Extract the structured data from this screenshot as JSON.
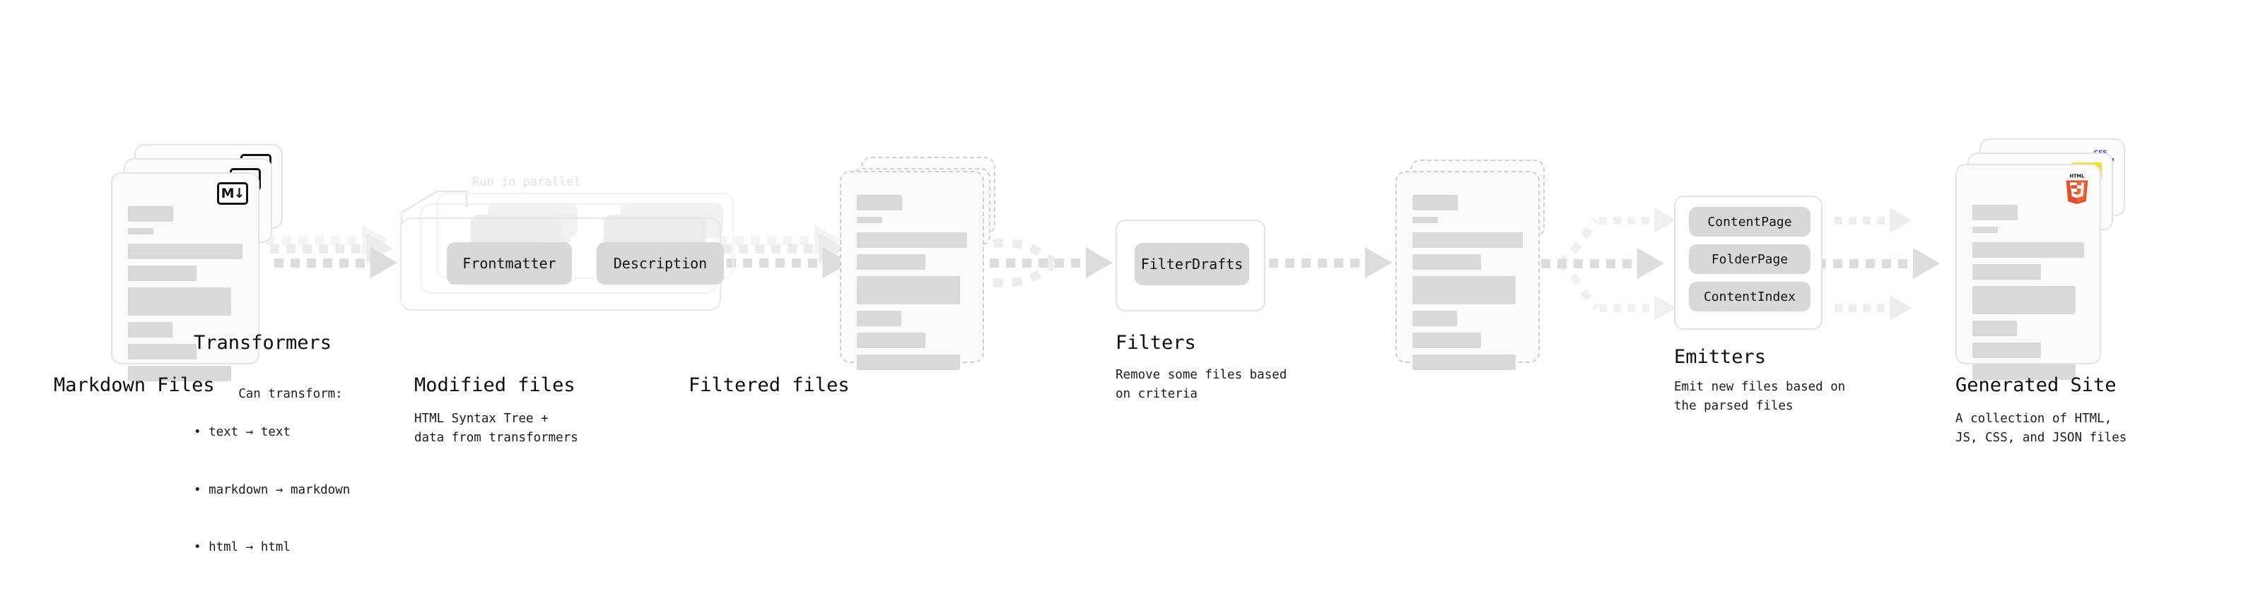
{
  "diagram": {
    "title_font_note": "monospace",
    "stages": [
      {
        "id": "markdown-files",
        "title": "Markdown Files",
        "description": "",
        "badge": "markdown-badge",
        "badge_text": "M",
        "card_style": "solid",
        "stack": 3
      },
      {
        "id": "transformers",
        "title": "Transformers",
        "description": "Can transform:",
        "bullets": [
          "• text → text",
          "• markdown → markdown",
          "• html → html"
        ],
        "annotation": "Run in parallel",
        "chips": [
          "Frontmatter",
          "Description"
        ],
        "stack": 3
      },
      {
        "id": "modified-files",
        "title": "Modified files",
        "description": "HTML Syntax Tree +\ndata from transformers",
        "card_style": "dashed",
        "stack": 3
      },
      {
        "id": "filters",
        "title": "Filters",
        "description": "Remove some files based\non criteria",
        "chips": [
          "FilterDrafts"
        ],
        "stack": 1
      },
      {
        "id": "filtered-files",
        "title": "Filtered files",
        "description": "",
        "card_style": "dashed",
        "stack": 2
      },
      {
        "id": "emitters",
        "title": "Emitters",
        "description": "Emit new files based on\nthe parsed files",
        "chips": [
          "ContentPage",
          "FolderPage",
          "ContentIndex"
        ],
        "stack": 1
      },
      {
        "id": "generated-site",
        "title": "Generated Site",
        "description": "A collection of HTML,\nJS, CSS, and JSON files",
        "badges": [
          "html5-badge",
          "js-badge",
          "css-badge"
        ],
        "badge_text": "5",
        "badge_label": "HTML",
        "css_badge_text": "CSS",
        "card_style": "solid",
        "stack": 3
      }
    ],
    "colors": {
      "card_bg": "#fafafa",
      "card_border": "#e4e4e4",
      "dashed_border": "#cfcfcf",
      "bar": "#d9d9d9",
      "chip": "#d8d8d8",
      "arrow": "#dcdcdc",
      "arrow_faint": "#efefef",
      "text": "#111111",
      "annotation": "#e0e0e0",
      "html5_orange": "#e44d26",
      "html5_orange_light": "#f16529",
      "js_yellow": "#f7df1e",
      "css_blue": "#1a4fd6"
    }
  }
}
